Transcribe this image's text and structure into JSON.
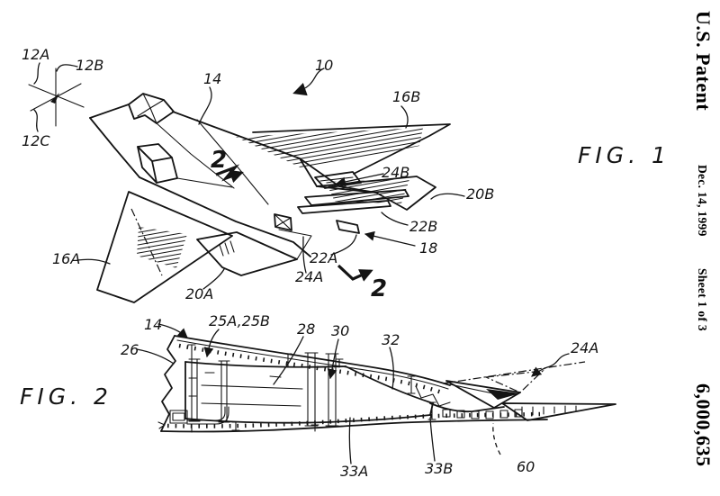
{
  "header": {
    "publication": "U.S. Patent",
    "date": "Dec. 14, 1999",
    "sheet_info": "Sheet 1 of 3",
    "patent_number": "6,000,635"
  },
  "colors": {
    "ink": "#141414",
    "paper": "#ffffff"
  },
  "fig1": {
    "caption": "FIG. 1",
    "section_marker": "2",
    "labels": {
      "n12A": "12A",
      "n12B": "12B",
      "n12C": "12C",
      "n14": "14",
      "n10": "10",
      "n16B": "16B",
      "n24B": "24B",
      "n20B": "20B",
      "n22B": "22B",
      "n18": "18",
      "n22A": "22A",
      "n24A": "24A",
      "n20A": "20A",
      "n16A": "16A"
    }
  },
  "fig2": {
    "caption": "FIG. 2",
    "labels": {
      "n14": "14",
      "n25AB": "25A,25B",
      "n28": "28",
      "n30": "30",
      "n32": "32",
      "n24A": "24A",
      "n26": "26",
      "n33A": "33A",
      "n33B": "33B",
      "n60": "60"
    }
  }
}
